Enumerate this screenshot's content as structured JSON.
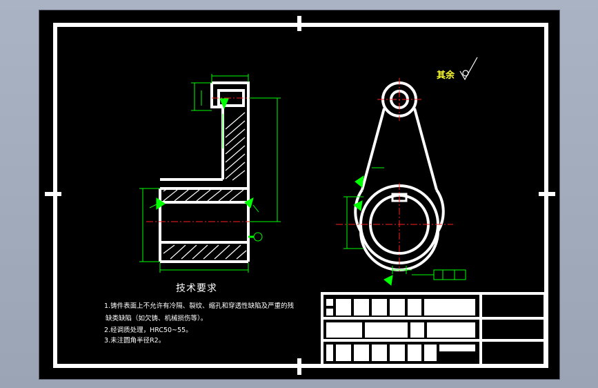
{
  "drawing": {
    "colors": {
      "background": "#000000",
      "outline": "#ffffff",
      "dimension": "#00ff00",
      "centerline": "#ff2020",
      "hatch": "#ffffff"
    },
    "roughness_note": "其余",
    "technical_requirements": {
      "title": "技术要求",
      "items": [
        "1.铸件表面上不允许有冷隔、裂纹、缩孔和穿透性缺陷及严重的残",
        "缺类缺陷（如欠铸、机械损伤等）。",
        "2.经调质处理，HRC50~55。",
        "3.未注圆角半径R2。"
      ]
    }
  }
}
